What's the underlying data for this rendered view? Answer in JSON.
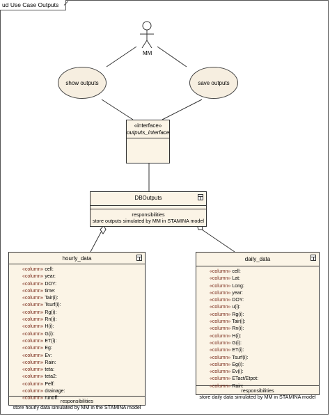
{
  "frame": {
    "title": "ud Use Case Outputs"
  },
  "actor": {
    "name": "MM"
  },
  "use_cases": [
    {
      "label": "show outputs"
    },
    {
      "label": "save outputs"
    }
  ],
  "interface": {
    "stereotype": "«interface»",
    "name": "outputs_interface"
  },
  "dboutputs": {
    "name": "DBOutputs",
    "resp_title": "responsibilities",
    "resp_text": "store outputs simulated by MM in STAMINA model"
  },
  "hourly": {
    "name": "hourly_data",
    "stereotype": "«column»",
    "columns": [
      "cell:",
      "year:",
      "DOY:",
      "time:",
      "Tair(i):",
      "Tsurf(i):",
      "Rg(i):",
      "Rn(i):",
      "H(i):",
      "G(i):",
      "ET(i):",
      "Eg:",
      "Ev:",
      "Rain:",
      "teta:",
      "teta2:",
      "Peff:",
      "drainage:",
      "runoff:"
    ],
    "resp_title": "responsibilities",
    "resp_text": "store hourly data simulated by MM in the  STAMINA model"
  },
  "daily": {
    "name": "daily_data",
    "stereotype": "«column»",
    "columns": [
      "cell:",
      "Lat:",
      "Long:",
      "year:",
      "DOY:",
      "u(i):",
      "Rg(i):",
      "Tair(i):",
      "Rn(i):",
      "H(i):",
      "G(i):",
      "ET(i):",
      "Tsurf(i):",
      "Eg(i):",
      "Ev(i):",
      "ETact/Etpot:",
      "Rain:"
    ],
    "resp_title": "responsibilities",
    "resp_text": "store daily data simulated by MM in STAMINA model"
  },
  "colors": {
    "fill": "#fbf4e6",
    "stereotype": "#7a2a1a",
    "line": "#333333"
  }
}
